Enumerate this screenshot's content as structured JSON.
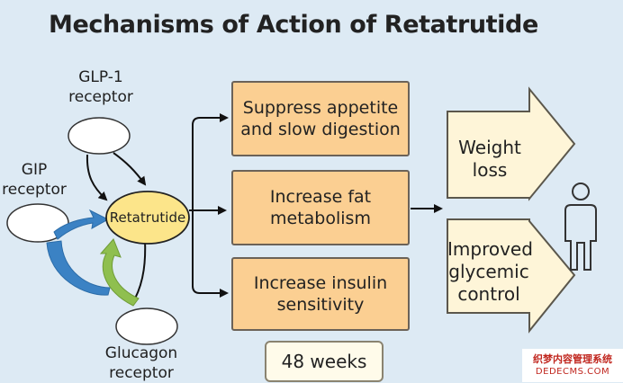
{
  "title": "Mechanisms of Action of Retatrutide",
  "receptors": {
    "glp1": "GLP-1\nreceptor",
    "gip": "GIP\nreceptor",
    "glucagon": "Glucagon\nreceptor"
  },
  "drug": "Retatrutide",
  "effects": [
    "Suppress appetite\nand slow digestion",
    "Increase fat\nmetabolism",
    "Increase insulin\nsensitivity"
  ],
  "outcomes": [
    "Weight\nloss",
    "Improved\nglycemic\ncontrol"
  ],
  "duration": "48 weeks",
  "watermark": {
    "line1": "织梦内容管理系统",
    "line2": "DEDECMS.COM"
  },
  "colors": {
    "background": "#ddeaf4",
    "effect_box": "#fbcf92",
    "outcome_arrow": "#fef5d8",
    "drug_ellipse": "#fce58a",
    "gip_arrow": "#3b82c4",
    "glucagon_arrow": "#8fbf4f"
  },
  "icons": [
    "person-icon"
  ]
}
